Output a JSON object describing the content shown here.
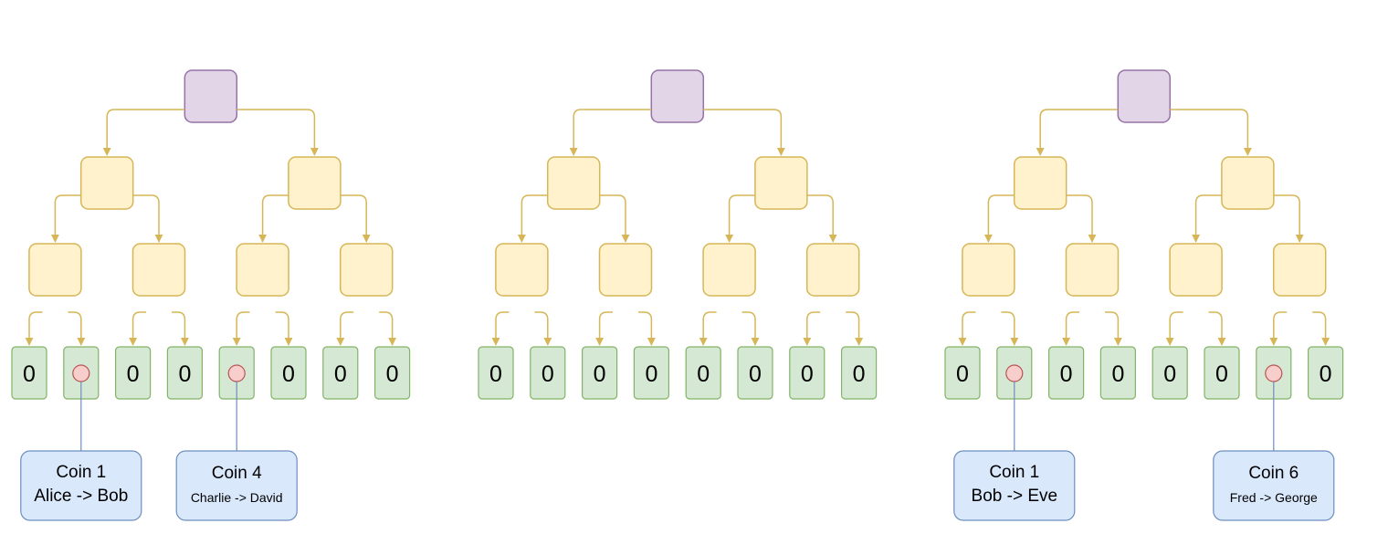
{
  "colors": {
    "root_fill": "#e1d5e7",
    "root_stroke": "#9673a6",
    "node_fill": "#fff2cc",
    "node_stroke": "#d6b656",
    "leaf_fill": "#d5e8d4",
    "leaf_stroke": "#82b366",
    "marker_fill": "#f8cecc",
    "marker_stroke": "#b85450",
    "label_fill": "#dae8fc",
    "label_stroke": "#6c8ebf",
    "edge": "#d6b656",
    "pointer": "#6c8ebf"
  },
  "trees": [
    {
      "leaves": [
        {
          "value": "0",
          "marked": false
        },
        {
          "value": "",
          "marked": true
        },
        {
          "value": "0",
          "marked": false
        },
        {
          "value": "0",
          "marked": false
        },
        {
          "value": "",
          "marked": true
        },
        {
          "value": "0",
          "marked": false
        },
        {
          "value": "0",
          "marked": false
        },
        {
          "value": "0",
          "marked": false
        }
      ],
      "labels": [
        {
          "leaf": 1,
          "title": "Coin 1",
          "detail": "Alice -> Bob",
          "detail_size": "large"
        },
        {
          "leaf": 4,
          "title": "Coin 4",
          "detail": "Charlie -> David",
          "detail_size": "small"
        }
      ]
    },
    {
      "leaves": [
        {
          "value": "0",
          "marked": false
        },
        {
          "value": "0",
          "marked": false
        },
        {
          "value": "0",
          "marked": false
        },
        {
          "value": "0",
          "marked": false
        },
        {
          "value": "0",
          "marked": false
        },
        {
          "value": "0",
          "marked": false
        },
        {
          "value": "0",
          "marked": false
        },
        {
          "value": "0",
          "marked": false
        }
      ],
      "labels": []
    },
    {
      "leaves": [
        {
          "value": "0",
          "marked": false
        },
        {
          "value": "",
          "marked": true
        },
        {
          "value": "0",
          "marked": false
        },
        {
          "value": "0",
          "marked": false
        },
        {
          "value": "0",
          "marked": false
        },
        {
          "value": "0",
          "marked": false
        },
        {
          "value": "",
          "marked": true
        },
        {
          "value": "0",
          "marked": false
        }
      ],
      "labels": [
        {
          "leaf": 1,
          "title": "Coin 1",
          "detail": "Bob -> Eve",
          "detail_size": "large"
        },
        {
          "leaf": 6,
          "title": "Coin 6",
          "detail": "Fred -> George",
          "detail_size": "small"
        }
      ]
    }
  ]
}
